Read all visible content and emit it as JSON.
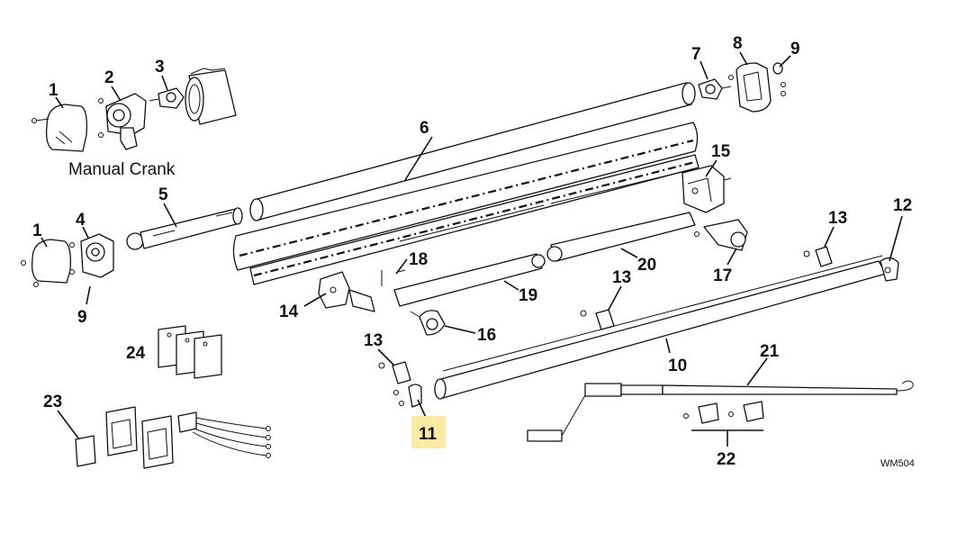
{
  "diagram": {
    "drawing_code": "WM504",
    "caption": "Manual Crank",
    "highlight_color": "#fde9a6",
    "callouts": {
      "c1a": "1",
      "c1b": "1",
      "c2": "2",
      "c3": "3",
      "c4": "4",
      "c5": "5",
      "c6": "6",
      "c7": "7",
      "c8": "8",
      "c9a": "9",
      "c9b": "9",
      "c10": "10",
      "c11": "11",
      "c12": "12",
      "c13a": "13",
      "c13b": "13",
      "c13c": "13",
      "c14": "14",
      "c15": "15",
      "c16": "16",
      "c17": "17",
      "c18": "18",
      "c19": "19",
      "c20": "20",
      "c21": "21",
      "c22": "22",
      "c23": "23",
      "c24": "24"
    }
  }
}
